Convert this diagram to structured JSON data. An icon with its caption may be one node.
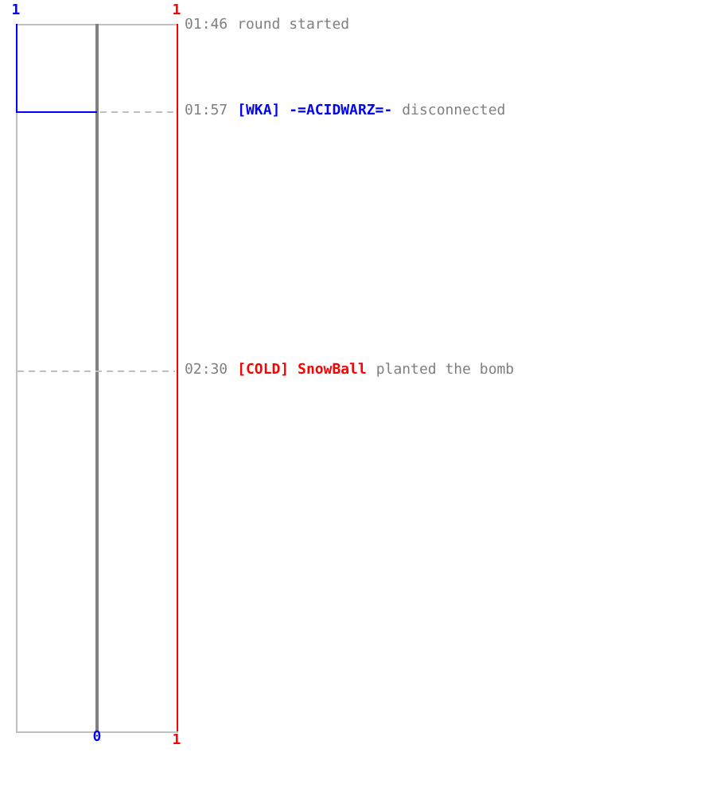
{
  "diagram": {
    "labels": [
      "1",
      "1",
      "01:46",
      "round started",
      "01:57",
      "[WKA] -=ACIDWARZ=-",
      "disconnected",
      "02:30",
      "[COLD] SnowBall",
      "planted the bomb",
      "0",
      "1"
    ]
  }
}
